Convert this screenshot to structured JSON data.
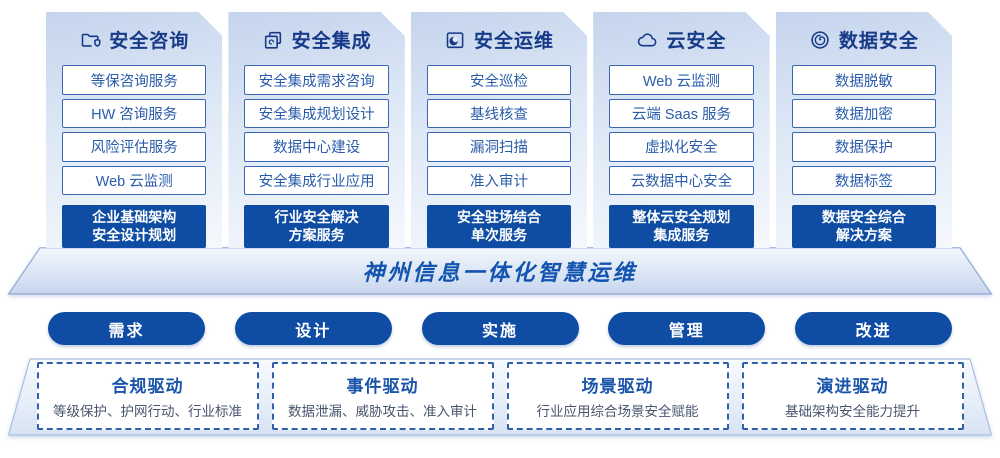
{
  "colors": {
    "primary_blue": "#0e4da3",
    "header_navy": "#173a88",
    "item_text_blue": "#2a5cab",
    "item_border_blue": "#3b67b1",
    "banner_text_blue": "#1254b0",
    "driver_title_blue": "#1b55ab",
    "driver_desc_gray": "#49566e",
    "card_gradient_top": "#c5d4ed",
    "card_gradient_bottom": "#f5f8fd"
  },
  "columns": [
    {
      "title": "安全咨询",
      "icon": "folder-shield-icon",
      "items": [
        "等保咨询服务",
        "HW 咨询服务",
        "风险评估服务",
        "Web 云监测"
      ],
      "footer_lines": [
        "企业基础架构",
        "安全设计规划"
      ]
    },
    {
      "title": "安全集成",
      "icon": "copy-docs-icon",
      "items": [
        "安全集成需求咨询",
        "安全集成规划设计",
        "数据中心建设",
        "安全集成行业应用"
      ],
      "footer_lines": [
        "行业安全解决",
        "方案服务"
      ]
    },
    {
      "title": "安全运维",
      "icon": "folder-clock-icon",
      "items": [
        "安全巡检",
        "基线核查",
        "漏洞扫描",
        "准入审计"
      ],
      "footer_lines": [
        "安全驻场结合",
        "单次服务"
      ]
    },
    {
      "title": "云安全",
      "icon": "cloud-icon",
      "items": [
        "Web 云监测",
        "云端 Saas 服务",
        "虚拟化安全",
        "云数据中心安全"
      ],
      "footer_lines": [
        "整体云安全规划",
        "集成服务"
      ]
    },
    {
      "title": "数据安全",
      "icon": "fingerprint-icon",
      "items": [
        "数据脱敏",
        "数据加密",
        "数据保护",
        "数据标签"
      ],
      "footer_lines": [
        "数据安全综合",
        "解决方案"
      ]
    }
  ],
  "banner": {
    "title": "神州信息一体化智慧运维"
  },
  "process": {
    "steps": [
      "需求",
      "设计",
      "实施",
      "管理",
      "改进"
    ]
  },
  "drivers": [
    {
      "title": "合规驱动",
      "desc": "等级保护、护网行动、行业标准"
    },
    {
      "title": "事件驱动",
      "desc": "数据泄漏、威胁攻击、准入审计"
    },
    {
      "title": "场景驱动",
      "desc": "行业应用综合场景安全赋能"
    },
    {
      "title": "演进驱动",
      "desc": "基础架构安全能力提升"
    }
  ]
}
